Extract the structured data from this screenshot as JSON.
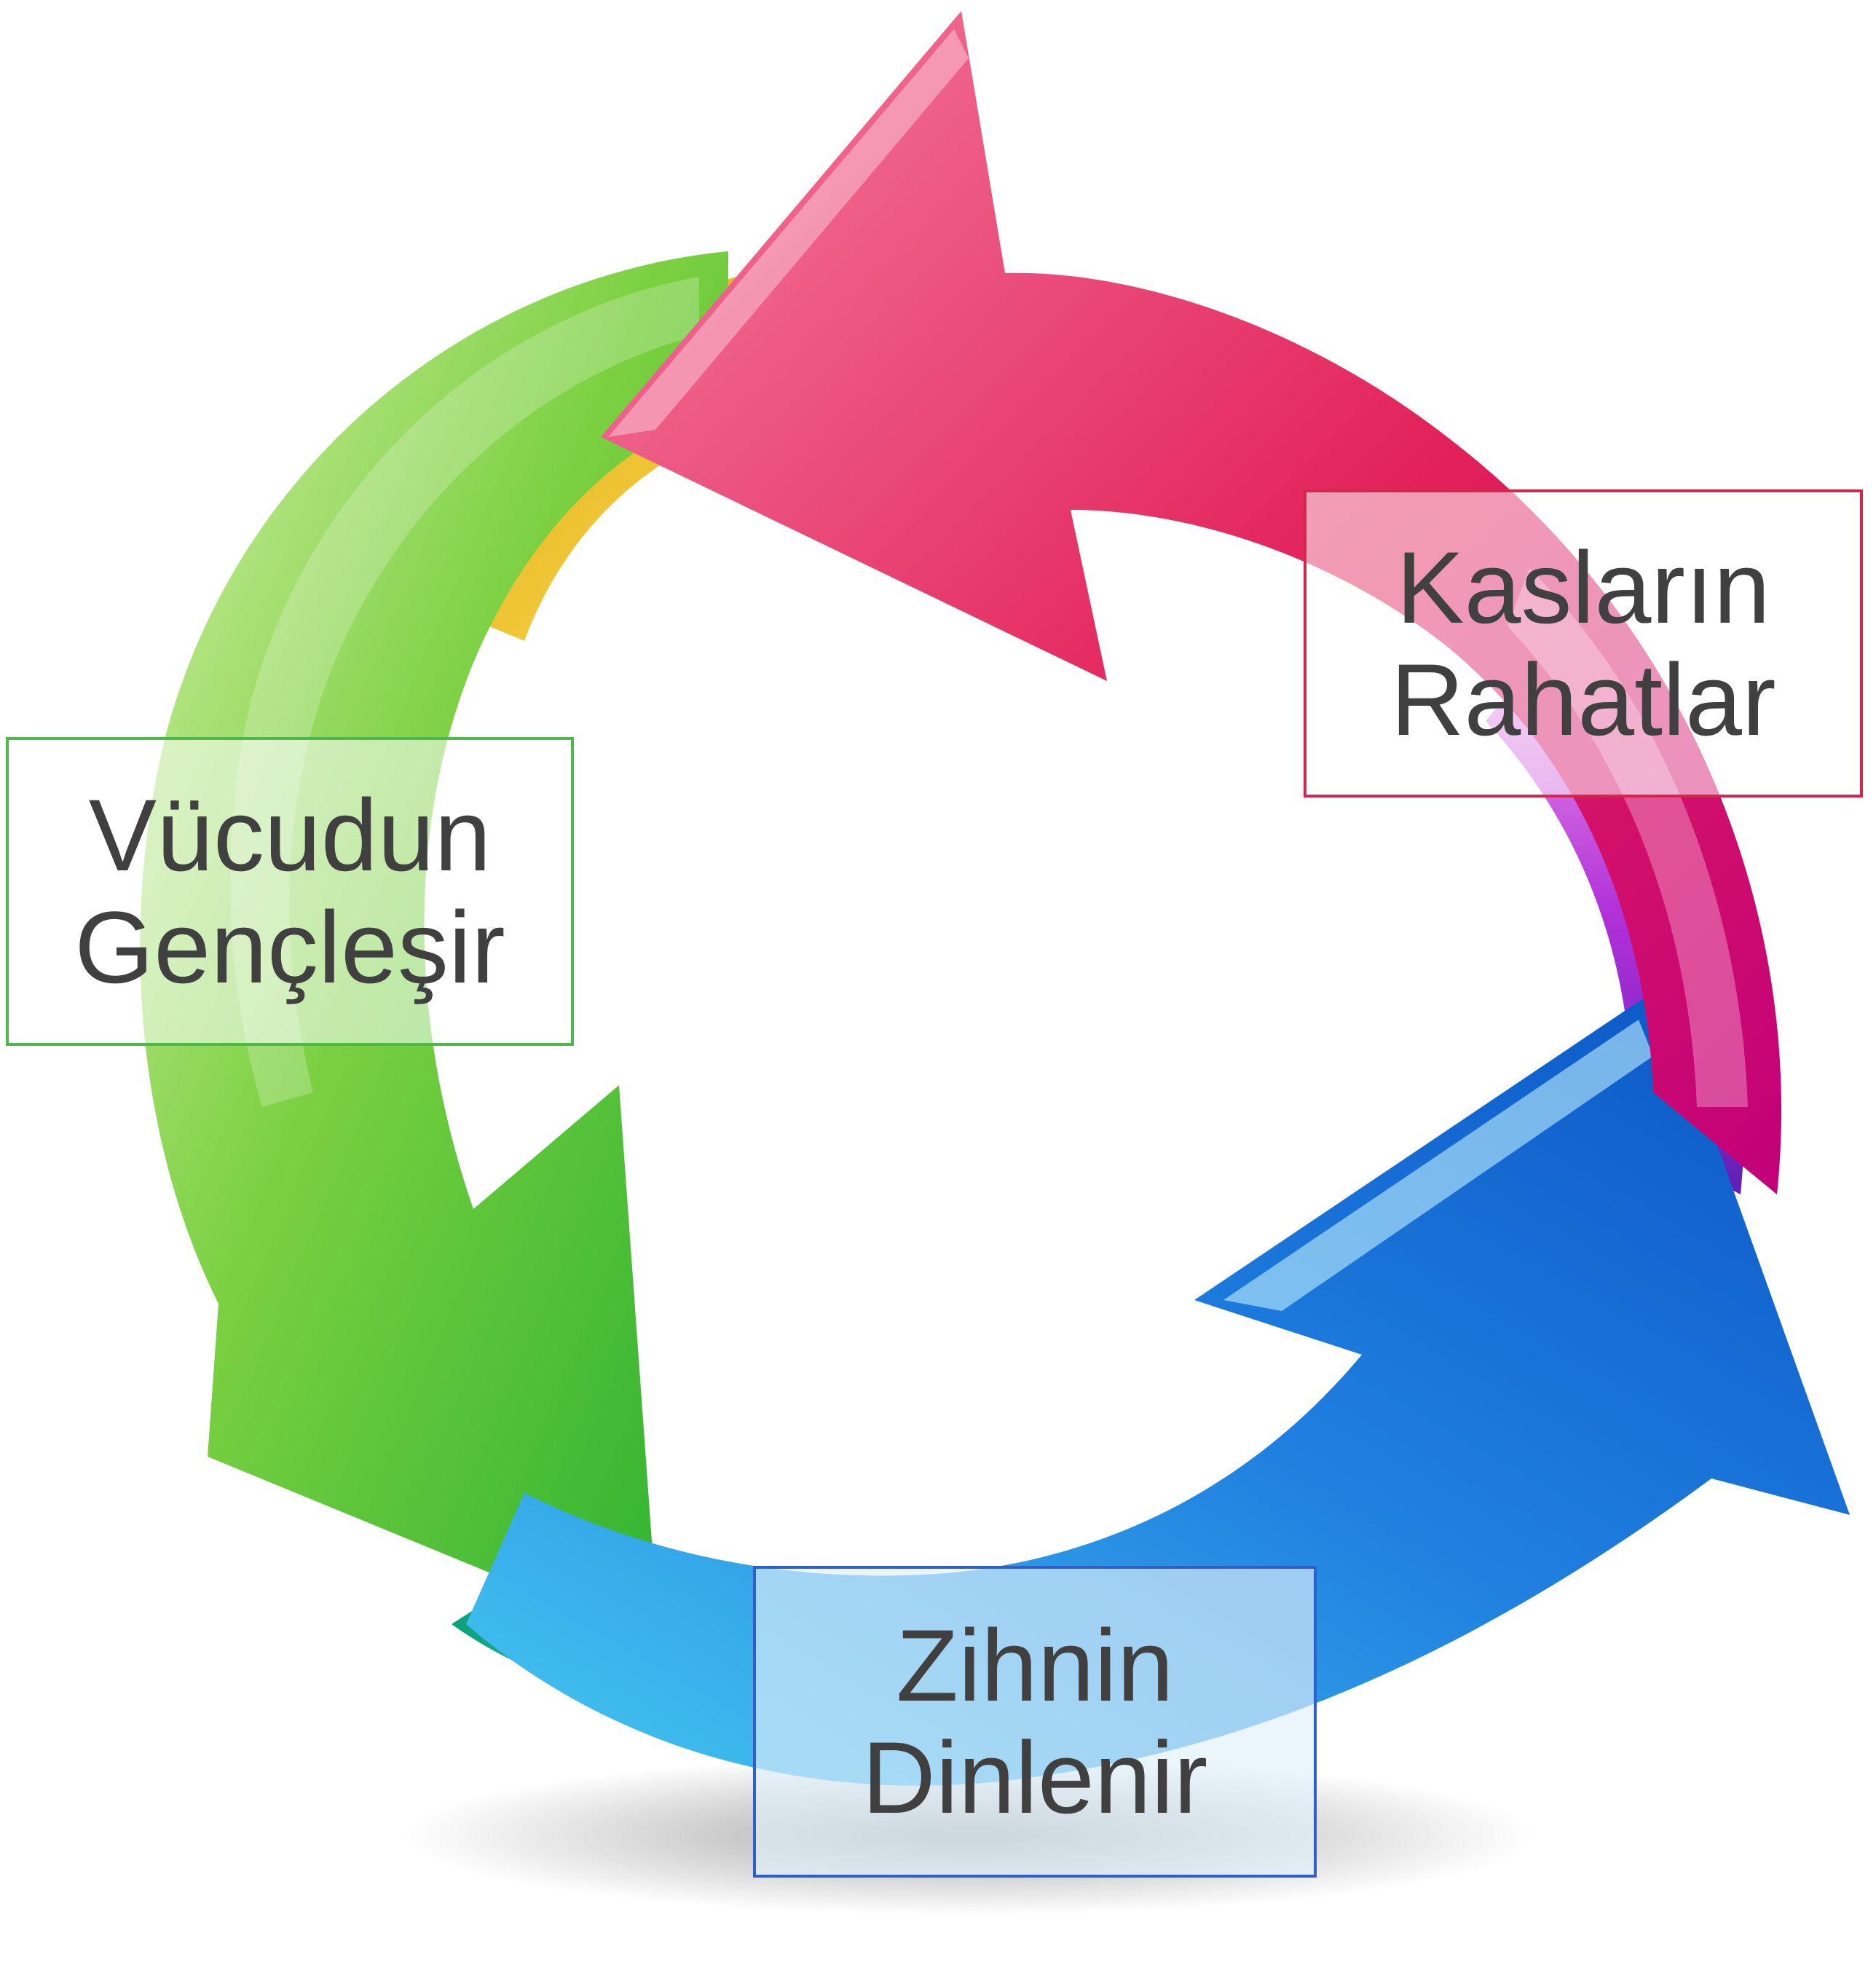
{
  "steps": [
    {
      "id": "kaslarin",
      "line1": "Kasların",
      "line2": "Rahatlar",
      "border_color": "#d6264e",
      "arrow_color_start": "#e8004a",
      "arrow_color_end": "#f47fa0"
    },
    {
      "id": "zihnin",
      "line1": "Zihnin",
      "line2": "Dinlenir",
      "border_color": "#2f5fc8",
      "arrow_color_start": "#0a54c4",
      "arrow_color_end": "#45c8f0"
    },
    {
      "id": "vucudun",
      "line1": "Vücudun",
      "line2": "Gençleşir",
      "border_color": "#4fb84a",
      "arrow_color_start": "#2eb82e",
      "arrow_color_end": "#d6f0a8"
    }
  ]
}
